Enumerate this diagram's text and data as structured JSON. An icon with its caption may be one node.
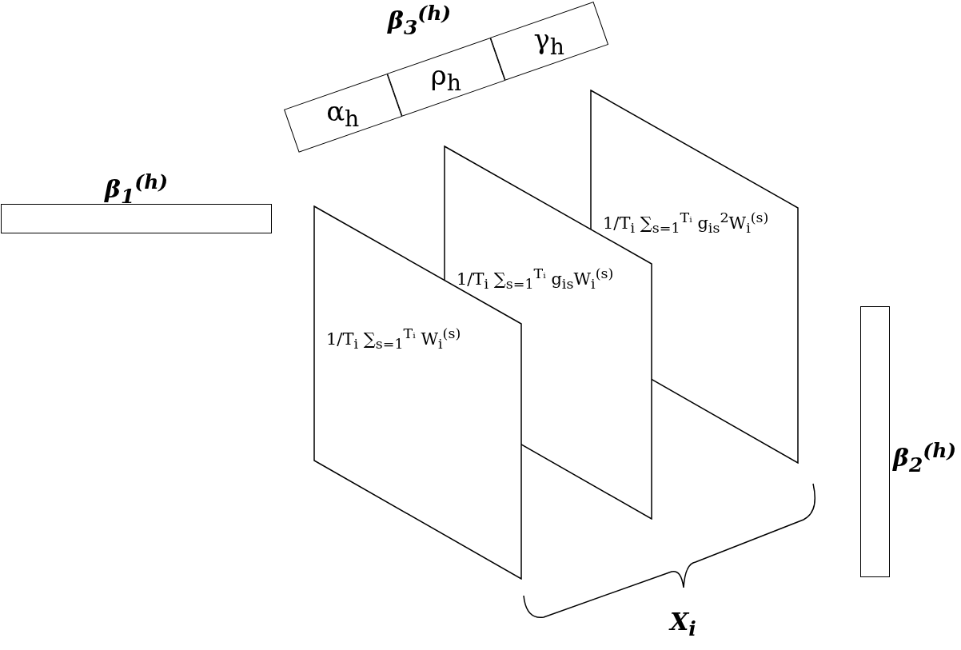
{
  "diagram": {
    "nodes": [
      {
        "text": [
          "β$_{3}$$^{(h)}$"
        ]
      },
      {
        "text": [
          "α$_{h}$"
        ],
        "in": 0
      },
      {
        "text": [
          "ρ$_{h}$"
        ],
        "in": 0
      },
      {
        "text": [
          "γ$_{h}$"
        ],
        "in": 0
      },
      {
        "text": [
          "β$_{1}$$^{(h)}$"
        ]
      },
      {
        "text": [
          "1/T$_{i}$ ∑$_{s=1}$$^{Tᵢ}$ g$_{is}$$^{2}$W$_{i}$$^{(s)}$"
        ]
      },
      {
        "text": [
          "1/T$_{i}$ ∑$_{s=1}$$^{Tᵢ}$ g$_{is}$W$_{i}$$^{(s)}$"
        ]
      },
      {
        "text": [
          "1/T$_{i}$ ∑$_{s=1}$$^{Tᵢ}$ W$_{i}$$^{(s)}$"
        ]
      },
      {
        "text": [
          "β$_{2}$$^{(h)}$"
        ]
      }
    ],
    "edges": [],
    "labels": [
      "X$_{i}$"
    ]
  }
}
